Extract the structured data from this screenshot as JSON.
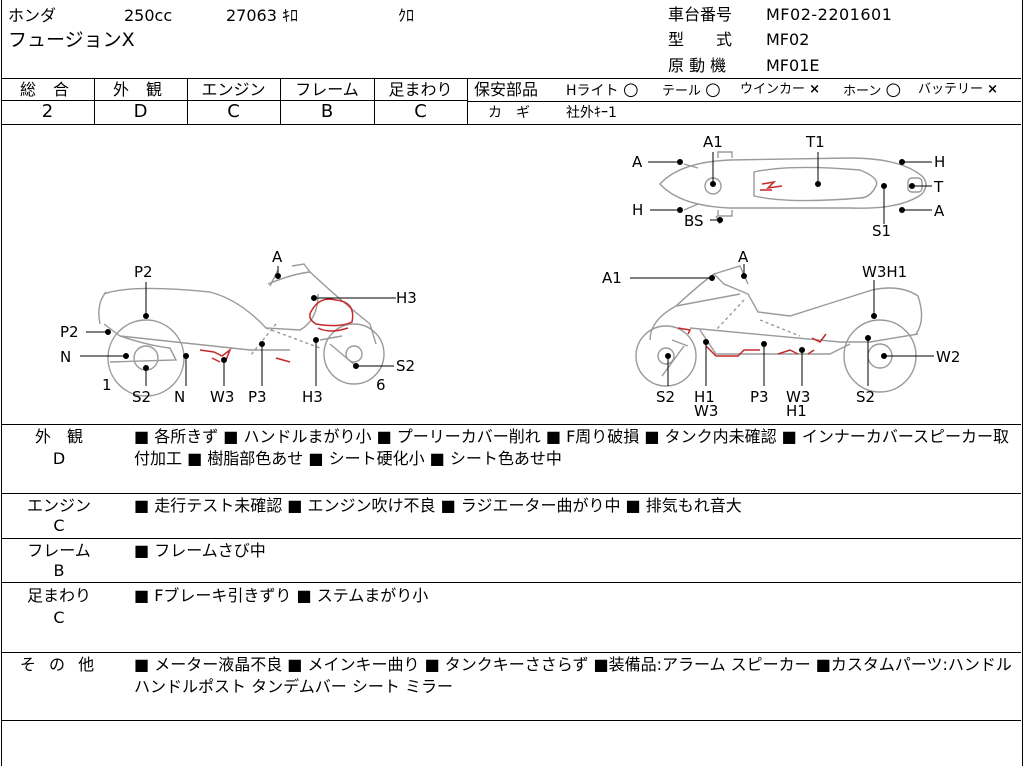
{
  "header": {
    "maker": "ホンダ",
    "displacement": "250cc",
    "mileage": "27063 ｷﾛ",
    "color": "ｸﾛ",
    "model_name": "フュージョンX",
    "frame_no_label": "車台番号",
    "frame_no": "MF02-2201601",
    "type_label": "型　　式",
    "type_value": "MF02",
    "engine_label": "原 動 機",
    "engine_value": "MF01E"
  },
  "grades": {
    "overall_label": "総 合",
    "overall": "2",
    "exterior_label": "外 観",
    "exterior": "D",
    "engine_label": "エンジン",
    "engine": "C",
    "frame_label": "フレーム",
    "frame": "B",
    "suspension_label": "足まわり",
    "suspension": "C"
  },
  "safety": {
    "label": "保安部品",
    "items": [
      {
        "name": "Hライト",
        "mark": "○"
      },
      {
        "name": "テール",
        "mark": "○"
      },
      {
        "name": "ウインカー",
        "mark": "×"
      },
      {
        "name": "ホーン",
        "mark": "○"
      },
      {
        "name": "バッテリー",
        "mark": "×"
      }
    ],
    "key_label": "カ　ギ",
    "key_value": "社外ｷｰ1"
  },
  "diagram_labels": {
    "top": [
      "A1",
      "T1",
      "A",
      "H",
      "T",
      "H",
      "A",
      "BS",
      "S1"
    ],
    "left": [
      "A",
      "P2",
      "H3",
      "P2",
      "N",
      "S2",
      "1",
      "S2",
      "N",
      "W3",
      "P3",
      "H3",
      "6"
    ],
    "right": [
      "A1",
      "A",
      "W3H1",
      "W2",
      "S2",
      "H1",
      "W3",
      "P3",
      "W3",
      "H1",
      "S2"
    ]
  },
  "sections": [
    {
      "label": "外　観",
      "grade": "D",
      "text": "■ 各所きず ■ ハンドルまがり小 ■ プーリーカバー削れ ■ F周り破損 ■ タンク内未確認 ■ インナーカバースピーカー取付加工 ■ 樹脂部色あせ ■ シート硬化小 ■ シート色あせ中"
    },
    {
      "label": "エンジン",
      "grade": "C",
      "text": "■ 走行テスト未確認 ■ エンジン吹け不良 ■ ラジエーター曲がり中 ■ 排気もれ音大"
    },
    {
      "label": "フレーム",
      "grade": "B",
      "text": "■ フレームさび中"
    },
    {
      "label": "足まわり",
      "grade": "C",
      "text": "■ Fブレーキ引きずり ■ ステムまがり小"
    },
    {
      "label": "そ の 他",
      "grade": "",
      "text": "■ メーター液晶不良 ■ メインキー曲り ■ タンクキーささらず ■装備品:アラーム スピーカー ■カスタムパーツ:ハンドル ハンドルポスト タンデムバー シート ミラー"
    }
  ]
}
